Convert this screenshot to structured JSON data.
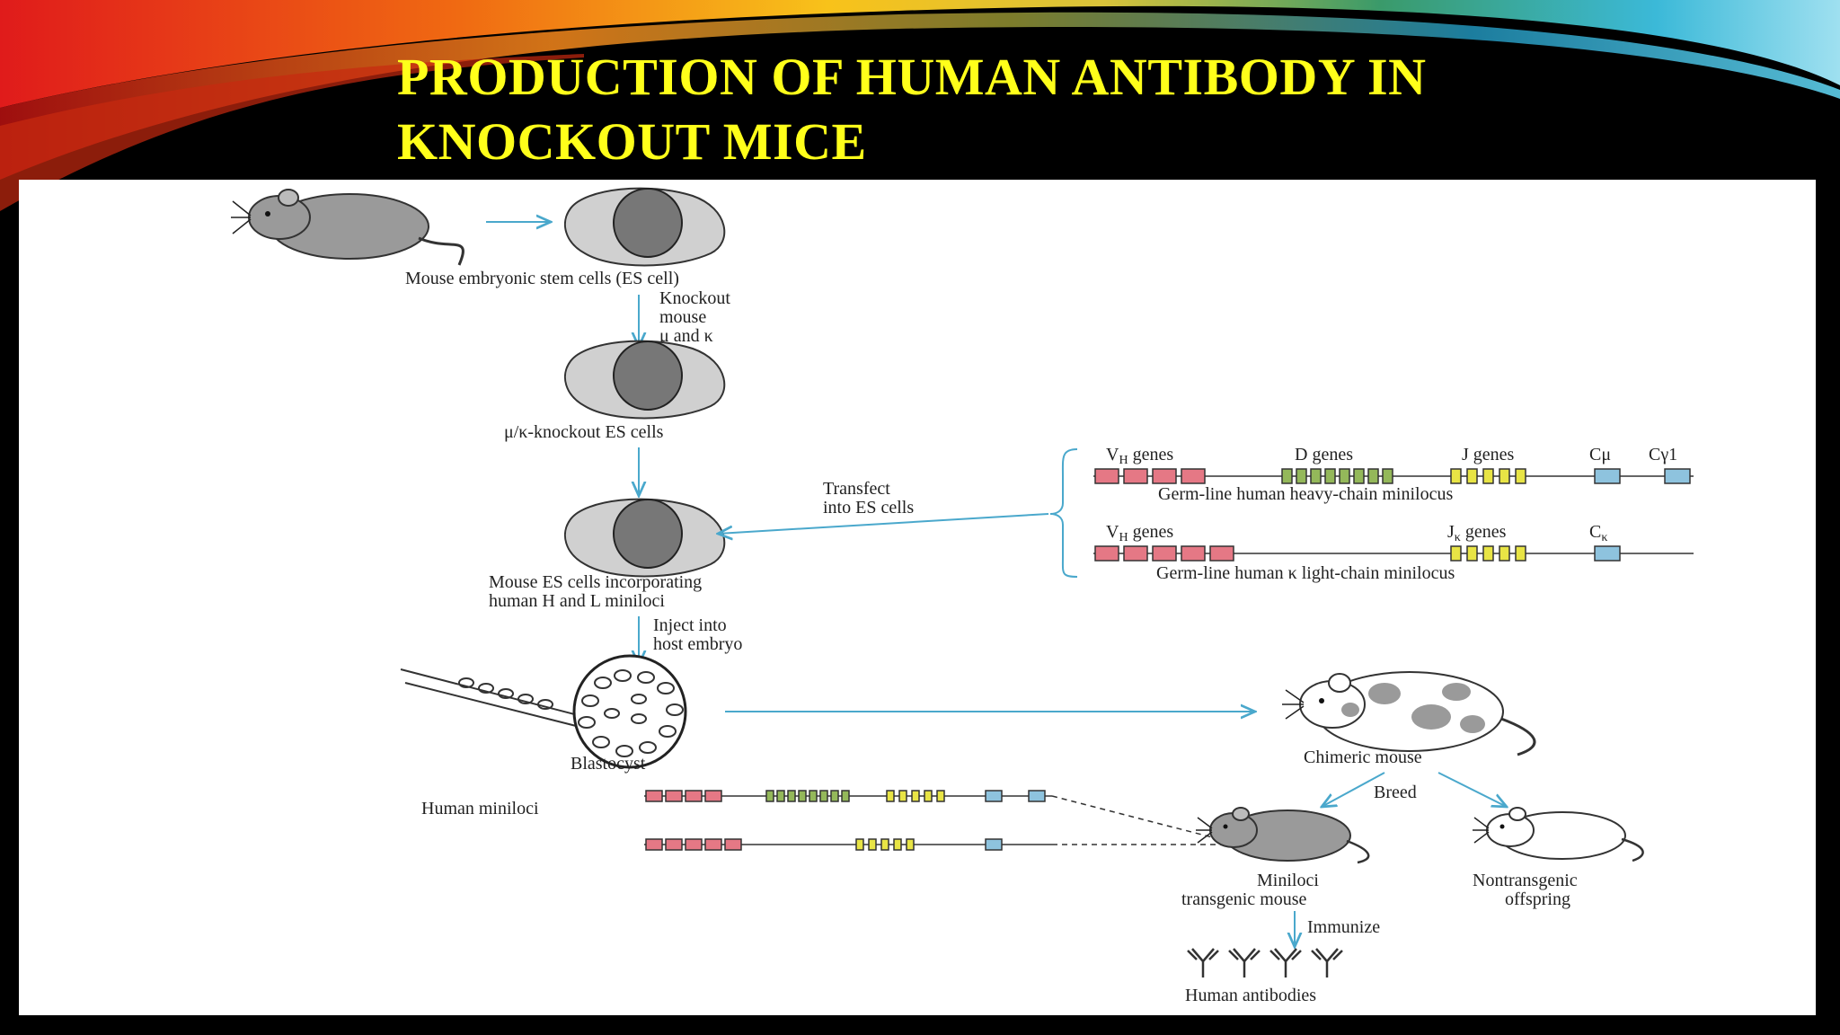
{
  "slide": {
    "title_line1": "PRODUCTION OF HUMAN ANTIBODY IN",
    "title_line2": "KNOCKOUT MICE"
  },
  "colors": {
    "title": "#ffff1a",
    "arrow": "#4aa8cc",
    "vh_segment": "#e57885",
    "d_segment": "#94b85a",
    "j_segment": "#e8e445",
    "c_segment": "#8ec3de"
  },
  "diagram": {
    "es_cells": "Mouse embryonic stem cells (ES cell)",
    "knockout_1": "Knockout",
    "knockout_2": "mouse",
    "knockout_3": "μ and κ",
    "knockout_cells": "μ/κ-knockout ES cells",
    "transfect_1": "Transfect",
    "transfect_2": "into ES cells",
    "incorporating_1": "Mouse ES cells incorporating",
    "incorporating_2": "human H and L miniloci",
    "inject_1": "Inject into",
    "inject_2": "host embryo",
    "blastocyst": "Blastocyst",
    "chimeric": "Chimeric mouse",
    "breed": "Breed",
    "human_miniloci": "Human miniloci",
    "transgenic_1": "Miniloci",
    "transgenic_2": "transgenic mouse",
    "nontransgenic_1": "Nontransgenic",
    "nontransgenic_2": "offspring",
    "immunize": "Immunize",
    "antibodies": "Human antibodies",
    "heavy": {
      "vh": "V",
      "vh_sub": "H",
      "vh_rest": " genes",
      "d": "D genes",
      "j": "J genes",
      "cmu": "Cμ",
      "cgamma": "Cγ1",
      "caption": "Germ-line human heavy-chain minilocus"
    },
    "light": {
      "vh": "V",
      "vh_sub": "H",
      "vh_rest": " genes",
      "jk": "J",
      "jk_sub": "κ",
      "jk_rest": " genes",
      "ck": "C",
      "ck_sub": "κ",
      "caption": "Germ-line human κ light-chain minilocus"
    }
  }
}
